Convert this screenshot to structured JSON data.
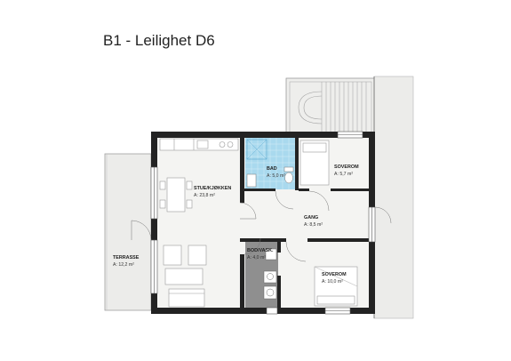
{
  "plan": {
    "title": "B1 - Leilighet D6"
  },
  "colors": {
    "wall": "#232323",
    "floor": "#f4f4f2",
    "bathroom": "#a9d9ee",
    "storage": "#8f8f8f",
    "terrace": "#ececea",
    "furniture_stroke": "#9a9a9a"
  },
  "rooms": {
    "stue": {
      "name": "STUE/KJØKKEN",
      "area": "A: 23,8 m²"
    },
    "bad": {
      "name": "BAD",
      "area": "A: 5,0 m²"
    },
    "soverom1": {
      "name": "SOVEROM",
      "area": "A: 5,7 m²"
    },
    "gang": {
      "name": "GANG",
      "area": "A: 8,5 m²"
    },
    "bod": {
      "name": "BOD/VASK.",
      "area": "A: 4,0 m²"
    },
    "soverom2": {
      "name": "SOVEROM",
      "area": "A: 10,0 m²"
    },
    "terrasse": {
      "name": "TERRASSE",
      "area": "A: 12,2 m²"
    }
  }
}
